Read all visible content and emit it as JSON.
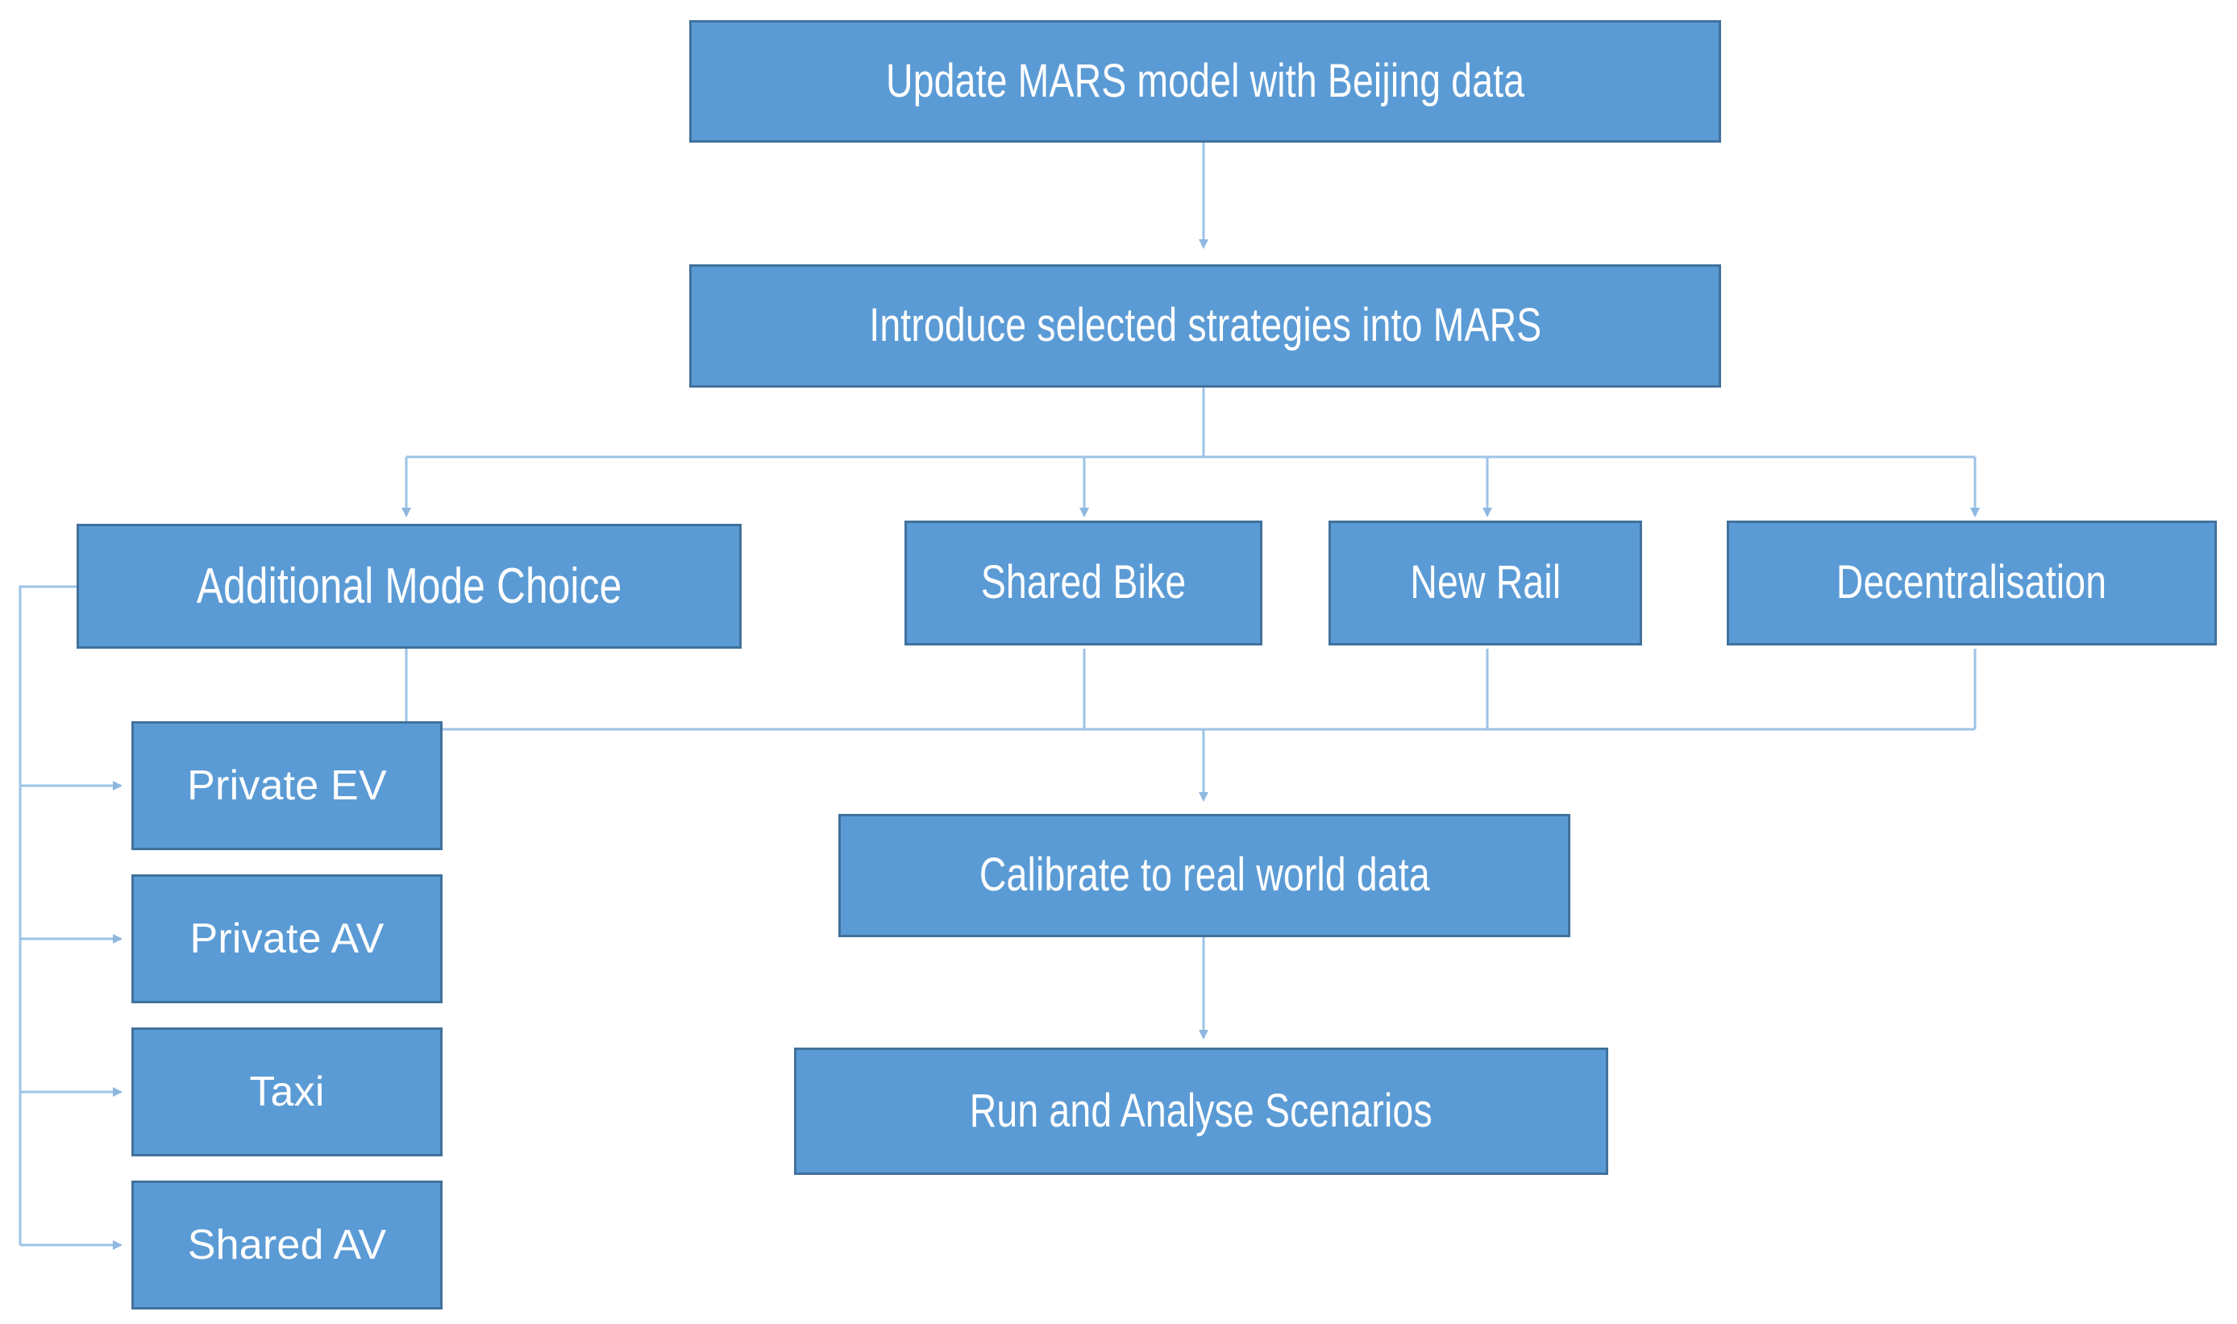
{
  "diagram": {
    "title_text": "",
    "colors": {
      "node_fill": "#5B9BD5",
      "node_border": "#41719C",
      "node_text": "#FFFFFF",
      "connector": "#9DC3E6",
      "background": "#FFFFFF"
    },
    "nodes": [
      {
        "id": "update-mars",
        "label": "Update MARS model with Beijing data"
      },
      {
        "id": "introduce-strategies",
        "label": "Introduce selected strategies into MARS"
      },
      {
        "id": "additional-mode-choice",
        "label": "Additional Mode Choice"
      },
      {
        "id": "shared-bike",
        "label": "Shared Bike"
      },
      {
        "id": "new-rail",
        "label": "New Rail"
      },
      {
        "id": "decentralisation",
        "label": "Decentralisation"
      },
      {
        "id": "private-ev",
        "label": "Private EV"
      },
      {
        "id": "private-av",
        "label": "Private AV"
      },
      {
        "id": "taxi",
        "label": "Taxi"
      },
      {
        "id": "shared-av",
        "label": "Shared AV"
      },
      {
        "id": "calibrate",
        "label": "Calibrate to real world data"
      },
      {
        "id": "run-analyse",
        "label": "Run and Analyse Scenarios"
      }
    ],
    "edges": [
      {
        "from": "update-mars",
        "to": "introduce-strategies"
      },
      {
        "from": "introduce-strategies",
        "to": "additional-mode-choice"
      },
      {
        "from": "introduce-strategies",
        "to": "shared-bike"
      },
      {
        "from": "introduce-strategies",
        "to": "new-rail"
      },
      {
        "from": "introduce-strategies",
        "to": "decentralisation"
      },
      {
        "from": "additional-mode-choice",
        "to": "private-ev"
      },
      {
        "from": "additional-mode-choice",
        "to": "private-av"
      },
      {
        "from": "additional-mode-choice",
        "to": "taxi"
      },
      {
        "from": "additional-mode-choice",
        "to": "shared-av"
      },
      {
        "from": "private-ev",
        "to": "calibrate"
      },
      {
        "from": "shared-bike",
        "to": "calibrate"
      },
      {
        "from": "new-rail",
        "to": "calibrate"
      },
      {
        "from": "decentralisation",
        "to": "calibrate"
      },
      {
        "from": "calibrate",
        "to": "run-analyse"
      }
    ]
  }
}
